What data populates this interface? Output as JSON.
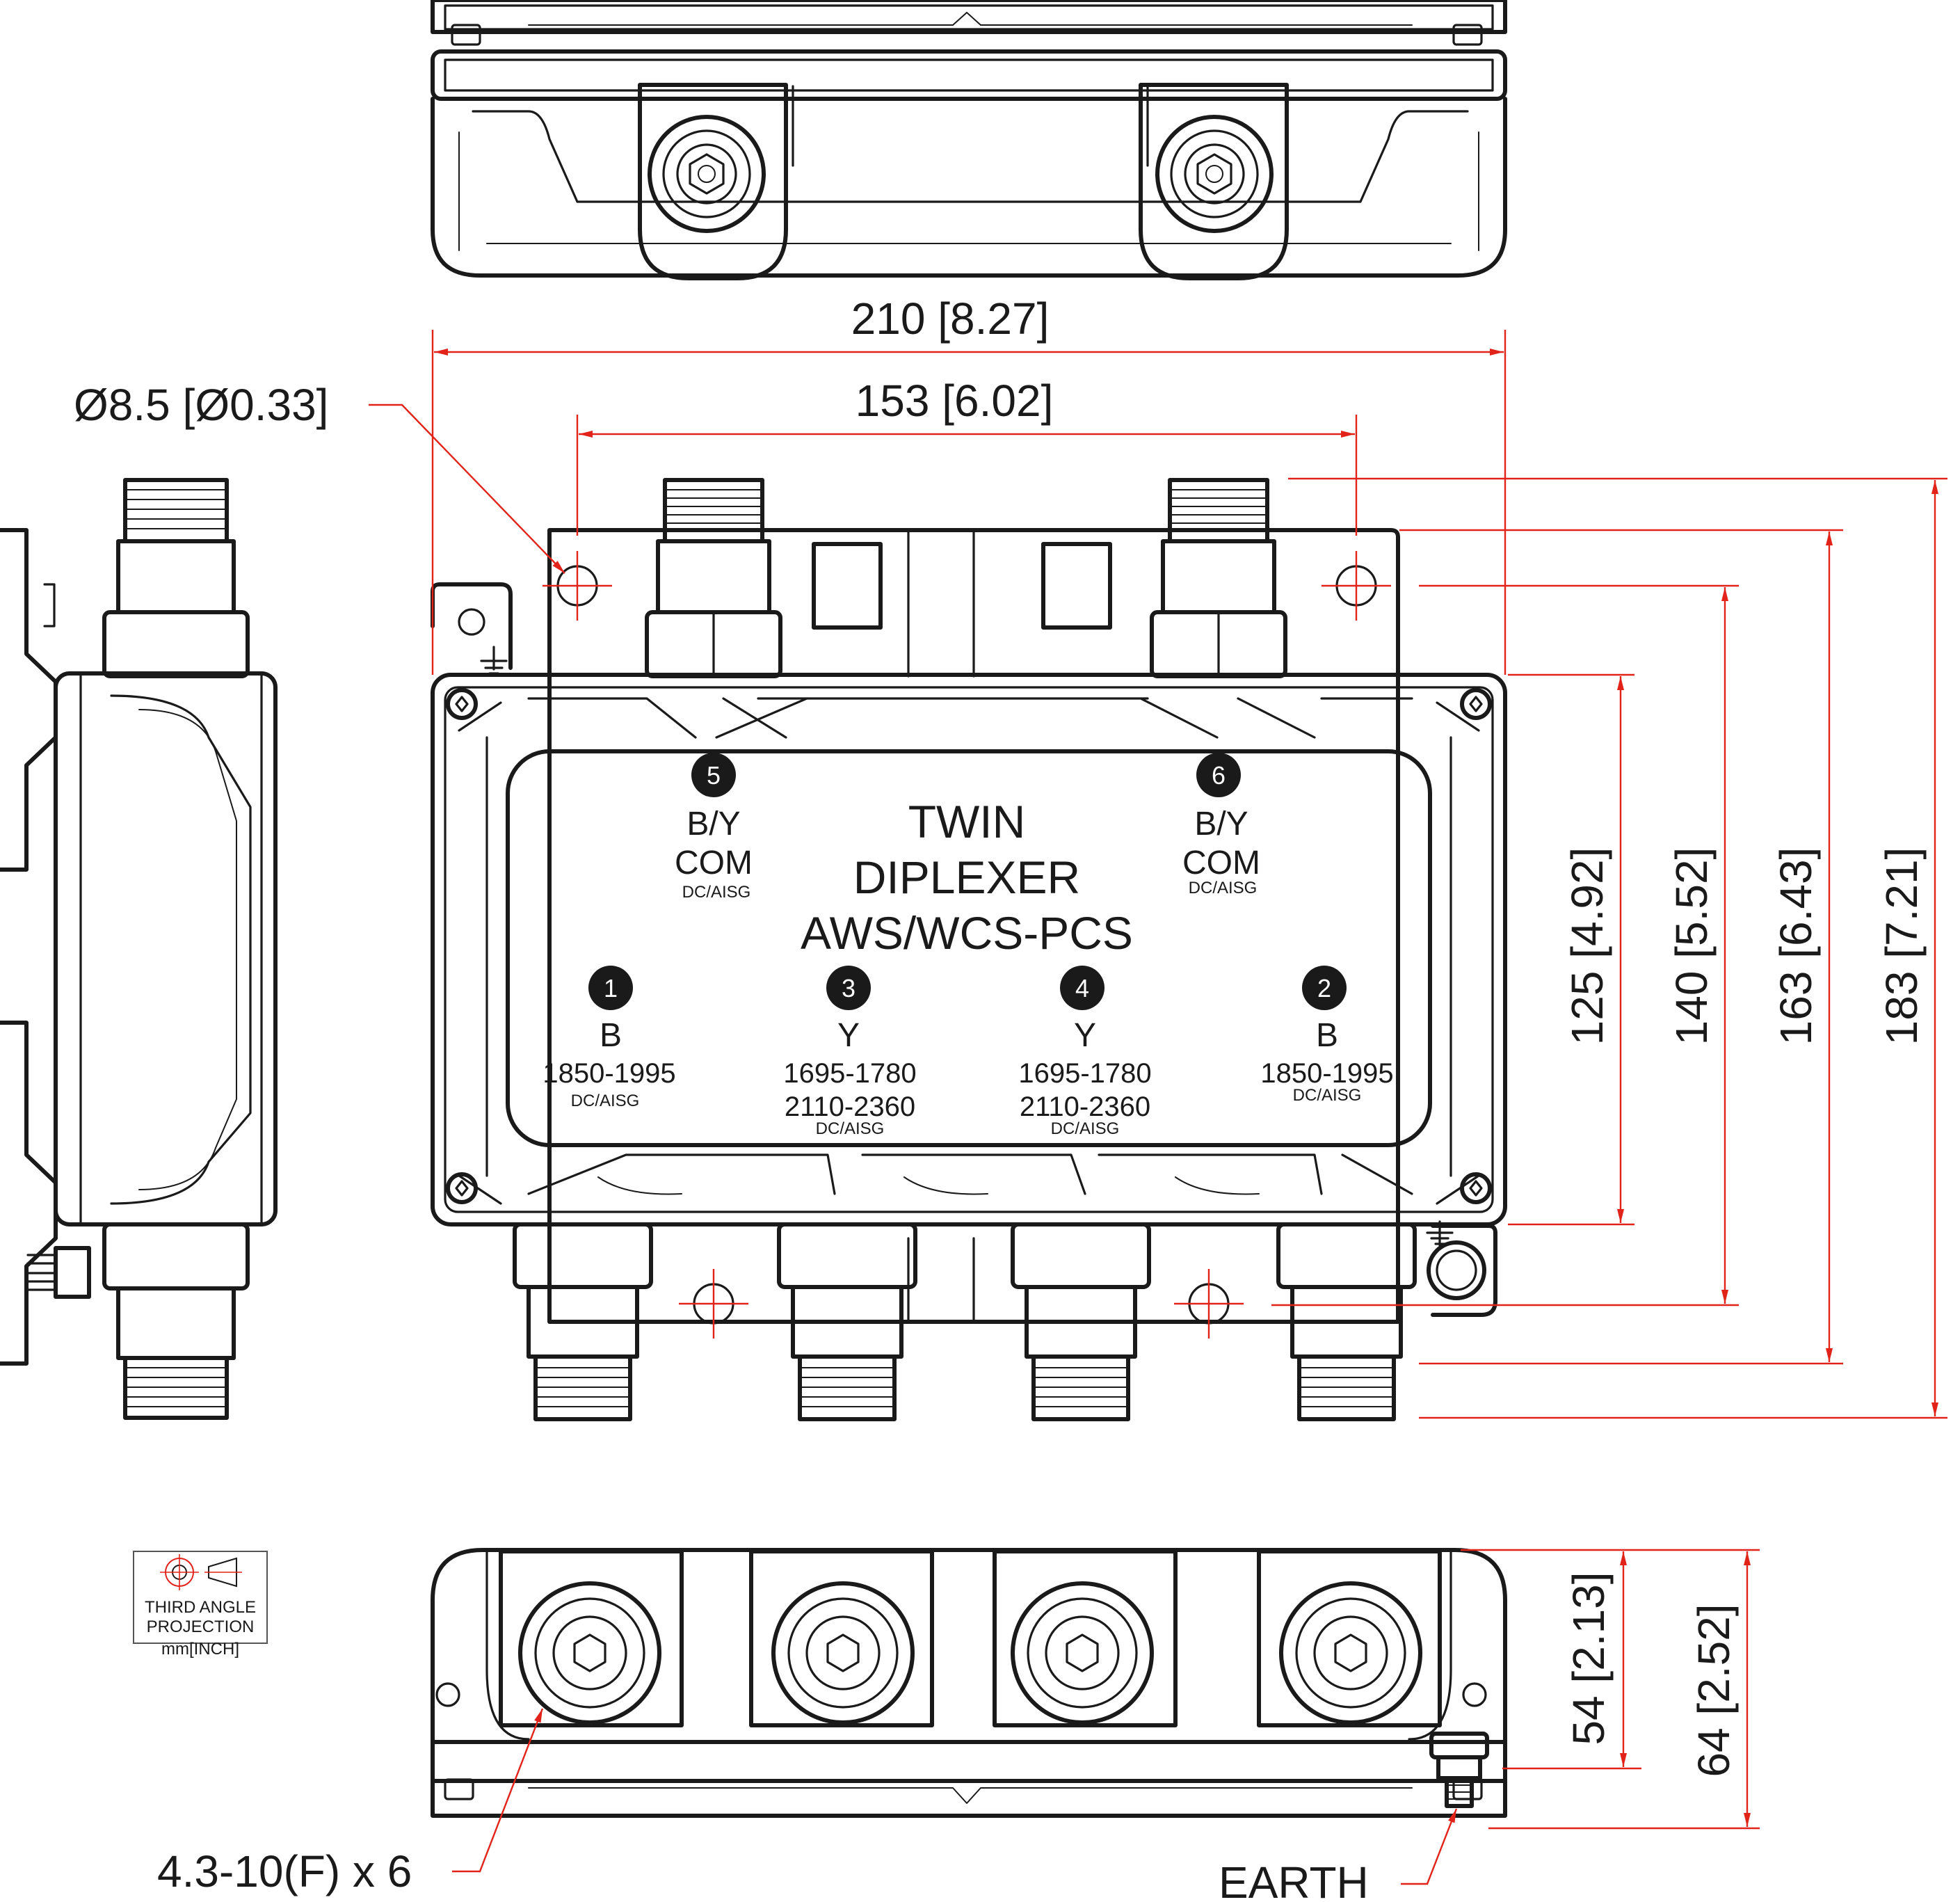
{
  "dimensions": {
    "width_210": "210 [8.27]",
    "width_153": "153 [6.02]",
    "hole": "Ø8.5 [Ø0.33]",
    "h125": "125 [4.92]",
    "h140": "140 [5.52]",
    "h163": "163 [6.43]",
    "h183": "183 [7.21]",
    "d54": "54 [2.13]",
    "d64": "64 [2.52]"
  },
  "callouts": {
    "connectors": "4.3-10(F) x 6",
    "earth": "EARTH"
  },
  "title": {
    "line1": "TWIN",
    "line2": "DIPLEXER",
    "line3": "AWS/WCS-PCS"
  },
  "ports": [
    {
      "num": "5",
      "line1": "B/Y",
      "line2": "COM",
      "sub": "DC/AISG"
    },
    {
      "num": "6",
      "line1": "B/Y",
      "line2": "COM",
      "sub": "DC/AISG"
    },
    {
      "num": "1",
      "line1": "B",
      "band1": "1850-1995",
      "band2": "",
      "sub": "DC/AISG"
    },
    {
      "num": "3",
      "line1": "Y",
      "band1": "1695-1780",
      "band2": "2110-2360",
      "sub": "DC/AISG"
    },
    {
      "num": "4",
      "line1": "Y",
      "band1": "1695-1780",
      "band2": "2110-2360",
      "sub": "DC/AISG"
    },
    {
      "num": "2",
      "line1": "B",
      "band1": "1850-1995",
      "band2": "",
      "sub": "DC/AISG"
    }
  ],
  "projection": {
    "line1": "THIRD ANGLE",
    "line2": "PROJECTION",
    "units": "mm[INCH]"
  },
  "colors": {
    "outline": "#1a1a1a",
    "dimension": "#e2231a",
    "badge": "#1a1a1a"
  }
}
